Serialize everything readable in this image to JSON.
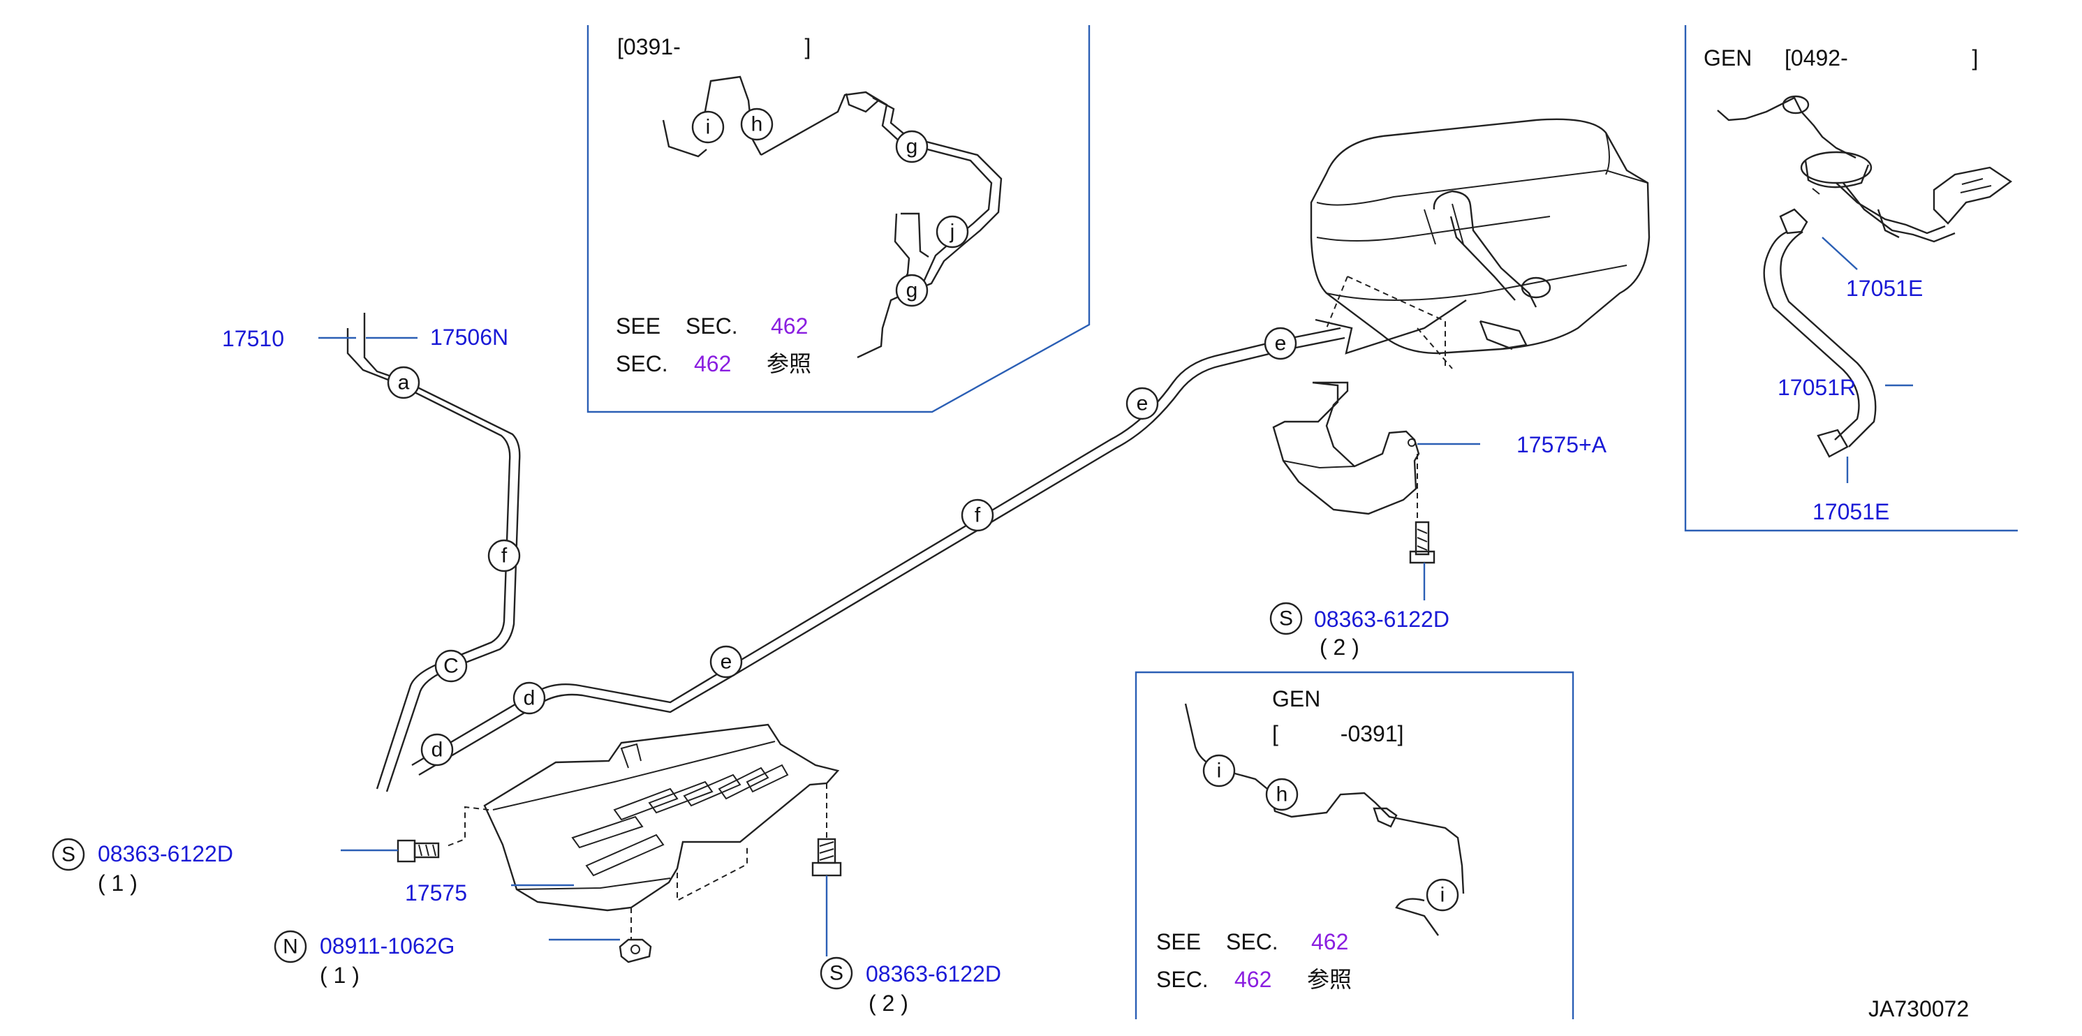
{
  "colors": {
    "part_number": "#1a1ad6",
    "section_number": "#8a1ee0",
    "leader": "#2b5fb5",
    "line_art": "#222222"
  },
  "callouts": {
    "a": "a",
    "c_upper": "C",
    "d": "d",
    "e": "e",
    "f": "f",
    "g": "g",
    "h": "h",
    "i": "i",
    "j": "j"
  },
  "symbols": {
    "s": "S",
    "n": "N"
  },
  "parts": {
    "p17510": "17510",
    "p17506n": "17506N",
    "p17575a": "17575+A",
    "p17575": "17575",
    "p08363": "08363-6122D",
    "p08911": "08911-1062G",
    "p17051e": "17051E",
    "p17051r": "17051R"
  },
  "qty": {
    "one": "( 1 )",
    "two": "( 2 )"
  },
  "inset_top": {
    "bracket": "[0391-                    ]"
  },
  "inset_right": {
    "gen": "GEN",
    "bracket": "[0492-                    ]"
  },
  "inset_bottom": {
    "gen": "GEN",
    "bracket": "[          -0391]"
  },
  "see_note": {
    "see": "SEE",
    "sec": "SEC.",
    "num": "462",
    "ref": "参照"
  },
  "figure_id": "JA730072"
}
